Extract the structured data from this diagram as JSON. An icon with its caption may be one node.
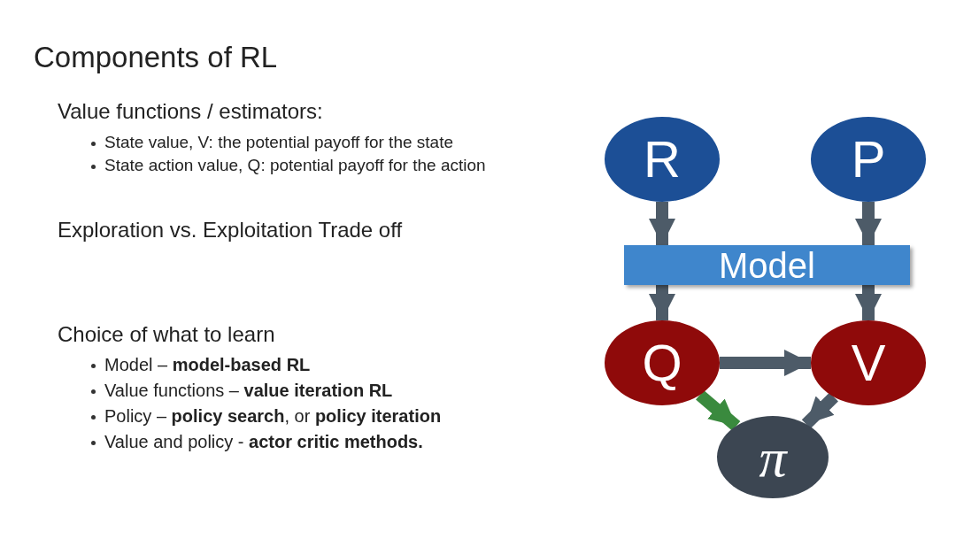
{
  "diagram": {
    "title": "Components of RL",
    "nodes": [
      {
        "text": [
          "R"
        ]
      },
      {
        "text": [
          "P"
        ]
      },
      {
        "text": [
          "Model"
        ]
      },
      {
        "text": [
          "Q"
        ]
      },
      {
        "text": [
          "V"
        ]
      },
      {
        "text": [
          "π"
        ]
      }
    ],
    "edges": [
      {
        "from": 0,
        "to": 2,
        "arrow": "to"
      },
      {
        "from": 1,
        "to": 2,
        "arrow": "to"
      },
      {
        "from": 2,
        "to": 3,
        "arrow": "to"
      },
      {
        "from": 2,
        "to": 4,
        "arrow": "to"
      },
      {
        "from": 3,
        "to": 4,
        "arrow": "to"
      },
      {
        "from": 3,
        "to": 5,
        "arrow": "to",
        "color": "#3a8a3e"
      },
      {
        "from": 4,
        "to": 5,
        "arrow": "to"
      }
    ],
    "labels": [
      "Value functions / estimators:",
      "State value, V: the potential payoff for the state",
      "State action value, Q: potential payoff for the action",
      "Exploration vs. Exploitation Trade off",
      "Choice of what to learn",
      "Model – **model-based RL**",
      "Value functions – **value iteration RL**",
      "Policy – **policy search**, or **policy iteration**",
      "Value and policy - **actor critic methods.**"
    ]
  }
}
